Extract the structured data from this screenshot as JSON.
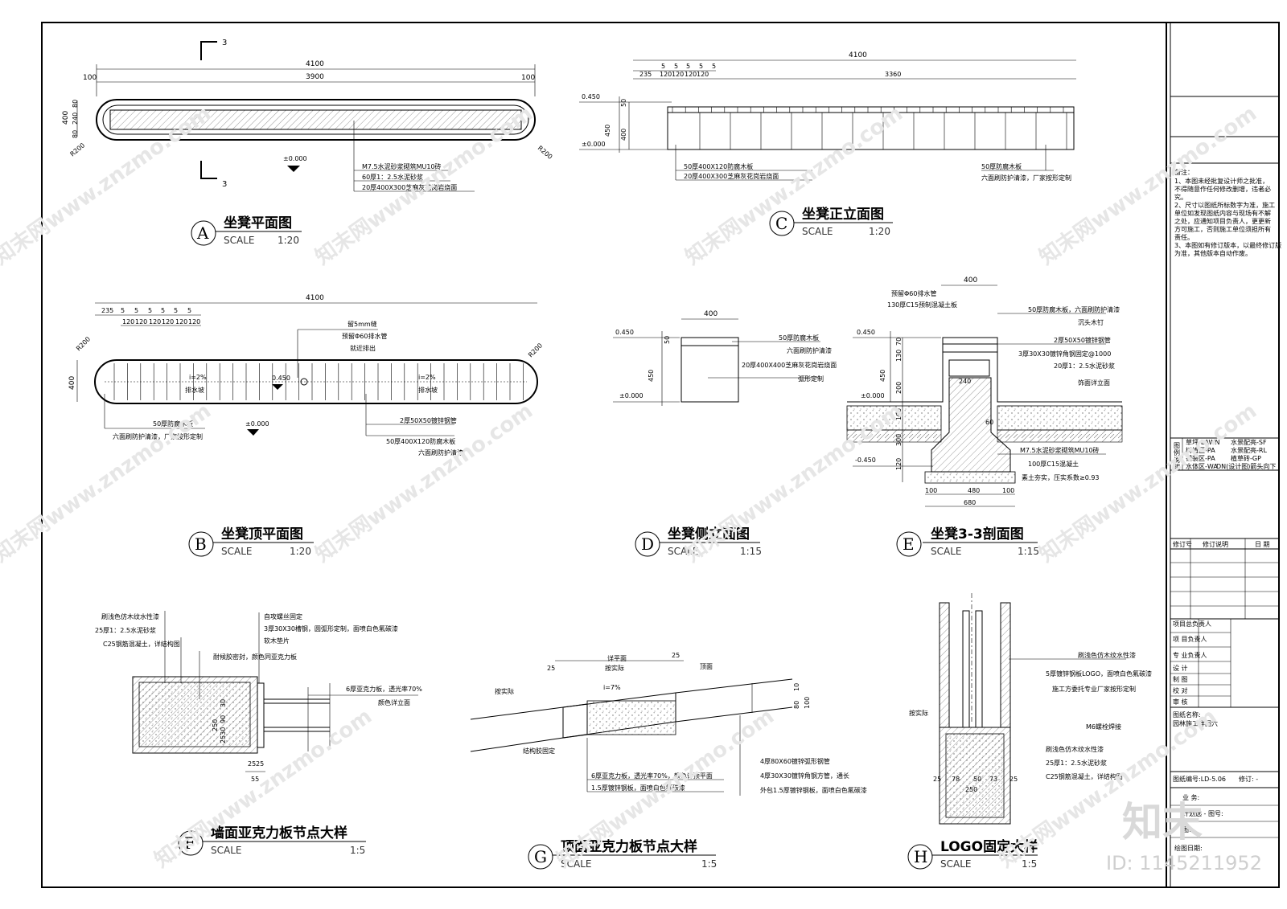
{
  "views": {
    "A": {
      "letter": "A",
      "title": "坐凳平面图",
      "scale_word": "SCALE",
      "scale": "1:20",
      "dims": {
        "d4100": "4100",
        "d3900": "3900",
        "d100a": "100",
        "d100b": "100",
        "d400": "400",
        "d80a": "80",
        "d240": "240",
        "d80b": "80",
        "r200a": "R200",
        "r200b": "R200",
        "elev": "±0.000",
        "sec3a": "3",
        "sec3b": "3"
      },
      "notes": [
        "M7.5水泥砂浆砌筑MU10砖",
        "60厚1：2.5水泥砂浆",
        "20厚400X300芝麻灰花岗岩烧面"
      ]
    },
    "B": {
      "letter": "B",
      "title": "坐凳顶平面图",
      "scale_word": "SCALE",
      "scale": "1:20",
      "dims": {
        "d4100": "4100",
        "d235": "235",
        "d5": "5",
        "d120": "120",
        "d400": "400",
        "r200a": "R200",
        "r200b": "R200",
        "slope1": "i=2%",
        "slope2": "i=2%",
        "drain1": "排水坡",
        "drain2": "排水坡",
        "elev1": "0.450",
        "elev2": "±0.000"
      },
      "notes_top": [
        "留5mm缝",
        "预留Φ60排水管",
        "就近排出"
      ],
      "notes_bottom": [
        "50厚防腐木板",
        "六面刷防护清漆，厂家按形定制",
        "2厚50X50镀锌钢管",
        "50厚400X120防腐木板",
        "六面刷防护清漆"
      ]
    },
    "C": {
      "letter": "C",
      "title": "坐凳正立面图",
      "scale_word": "SCALE",
      "scale": "1:20",
      "dims": {
        "d4100": "4100",
        "d235": "235",
        "d5": "5",
        "d120": "120",
        "d3360": "3360",
        "d50": "50",
        "d400": "400",
        "d450": "450",
        "elev1": "0.450",
        "elev2": "±0.000"
      },
      "notes": [
        "50厚400X120防腐木板",
        "20厚400X300芝麻灰花岗岩烧面",
        "50厚防腐木板",
        "六面刷防护清漆，厂家按形定制"
      ]
    },
    "D": {
      "letter": "D",
      "title": "坐凳侧立面图",
      "scale_word": "SCALE",
      "scale": "1:15",
      "dims": {
        "d400": "400",
        "d50": "50",
        "d450": "450",
        "elev1": "0.450",
        "elev2": "±0.000"
      },
      "notes": [
        "50厚防腐木板",
        "六面刷防护清漆",
        "20厚400X400芝麻灰花岗岩烧面",
        "弧形定制"
      ]
    },
    "E": {
      "letter": "E",
      "title": "坐凳3-3剖面图",
      "scale_word": "SCALE",
      "scale": "1:15",
      "dims": {
        "d400": "400",
        "d450": "450",
        "d130": "130",
        "d70": "70",
        "d200": "200",
        "d100": "100",
        "d300": "300",
        "d120": "120",
        "d480": "480",
        "d680": "680",
        "d100a": "100",
        "d100b": "100",
        "d240": "240",
        "d60": "60",
        "elev1": "0.450",
        "elev2": "±0.000",
        "elev3": "-0.450"
      },
      "notes_left": [
        "预留Φ60排水管",
        "130厚C15预制混凝土板"
      ],
      "notes_right": [
        "50厚防腐木板，六面刷防护清漆",
        "沉头木钉",
        "2厚50X50镀锌钢管",
        "3厚30X30镀锌角钢固定@1000",
        "20厚1：2.5水泥砂浆",
        "饰面详立面",
        "M7.5水泥砂浆砌筑MU10砖",
        "100厚C15混凝土",
        "素土夯实，压实系数≥0.93"
      ]
    },
    "F": {
      "letter": "F",
      "title": "墙面亚克力板节点大样",
      "scale_word": "SCALE",
      "scale": "1:5",
      "notes_left": [
        "刷浅色仿木纹水性漆",
        "25厚1：2.5水泥砂浆",
        "C25钢筋混凝土，详结构图"
      ],
      "notes_right": [
        "自攻螺丝固定",
        "3厚30X30槽钢，圆弧形定制，面喷白色氟碳漆",
        "软木垫片",
        "耐候胶密封，颜色同亚克力板",
        "6厚亚克力板，透光率70%",
        "颜色详立面"
      ],
      "dims": {
        "d250": "250",
        "d30": "30",
        "d90": "90",
        "d25a": "25",
        "d25b": "25",
        "d55": "55",
        "d2530": "2530"
      }
    },
    "G": {
      "letter": "G",
      "title": "顶面亚克力板节点大样",
      "scale_word": "SCALE",
      "scale": "1:5",
      "notes_top": [
        "详平面",
        "按实际",
        "顶面",
        "i=7%"
      ],
      "notes_left": [
        "按实际",
        "结构胶固定"
      ],
      "notes_bottom": [
        "6厚亚克力板，透光率70%，颜色详顶平面",
        "1.5厚镀锌钢板，面喷白色氟碳漆"
      ],
      "notes_right": [
        "4厚80X60镀锌弧形钢管",
        "4厚30X30镀锌角钢方管，通长",
        "外包1.5厚镀锌钢板，面喷白色氟碳漆"
      ],
      "dims": {
        "d25a": "25",
        "d25b": "25",
        "d10": "10",
        "d80": "80",
        "d100": "100"
      }
    },
    "H": {
      "letter": "H",
      "title": "LOGO固定大样",
      "scale_word": "SCALE",
      "scale": "1:5",
      "notes_right": [
        "刷浅色仿木纹水性漆",
        "5厚镀锌钢板LOGO，面喷白色氟碳漆",
        "施工方委托专业厂家按形定制",
        "M6螺栓焊接",
        "刷浅色仿木纹水性漆",
        "25厚1：2.5水泥砂浆",
        "C25钢筋混凝土，详结构图"
      ],
      "notes_left": [
        "按实际"
      ],
      "dims": {
        "d25a": "25",
        "d78": "78",
        "d50": "50",
        "d73": "73",
        "d25b": "25",
        "d250": "250"
      }
    }
  },
  "title_block": {
    "remarks_title": "备注：",
    "remarks": [
      "1、本图未经批复设计师之批准，",
      "不得随意作任何修改删增，违者必",
      "究。",
      "2、尺寸以图纸所标数字为准，施工",
      "单位如发现图纸内容与现场有不解",
      "之处，应通知项目负责人，更更新",
      "方可施工，否则施工单位须担所有",
      "责任。",
      "3、本图如有修订版本，以最终修订版",
      "为准，其他版本自动作废。"
    ],
    "legend_label": [
      "图",
      "例",
      "说",
      "明"
    ],
    "legend_items": [
      "草坪-LAWN",
      "水景配亮-SF",
      "树植区-PA",
      "水景配亮-RL",
      "铺装区-PA",
      "植草砖-GP",
      "水体区-WA",
      "DN(设计图)箭头向下"
    ],
    "rev_headers": [
      "修订号",
      "修订说明",
      "日 期"
    ],
    "roles": [
      "项目总负责人",
      "项 目负责人",
      "专 业负责人",
      "设 计",
      "制 图",
      "校 对",
      "审 核"
    ],
    "drawing_name_label": "图纸名称:",
    "drawing_name": "园林施工详图六",
    "drawing_no": "图纸编号:LD-5.06",
    "revision": "修订: -",
    "business": "业 务:",
    "project": "计划选 - 图号:",
    "sheet_label": "图:",
    "draw_date": "绘图日期:"
  },
  "watermark": {
    "text": "知末网www.znzmo.com",
    "logo": "知末",
    "id": "ID: 1145211952"
  }
}
